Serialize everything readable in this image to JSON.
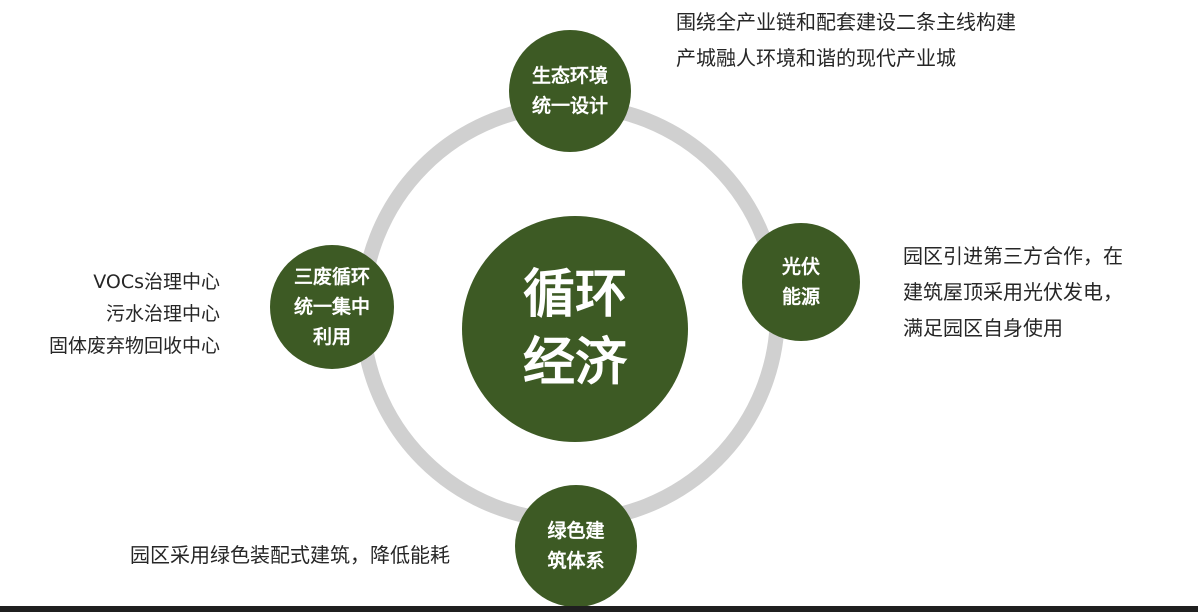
{
  "diagram": {
    "center_label": "循环\n经济",
    "nodes": {
      "top": {
        "label": "生态环境\n统一设计",
        "caption": "围绕全产业链和配套建设二条主线构建\n产城融人环境和谐的现代产业城"
      },
      "right": {
        "label": "光伏\n能源",
        "caption": "园区引进第三方合作，在\n建筑屋顶采用光伏发电，\n满足园区自身使用"
      },
      "left": {
        "label": "三废循环\n统一集中\n利用",
        "caption": "VOCs治理中心\n污水治理中心\n固体废弃物回收中心"
      },
      "bottom": {
        "label": "绿色建\n筑体系",
        "caption": "园区采用绿色装配式建筑，降低能耗"
      }
    },
    "colors": {
      "node_fill": "#3d5a24",
      "ring": "#d0d0d0",
      "text": "#262626"
    }
  }
}
